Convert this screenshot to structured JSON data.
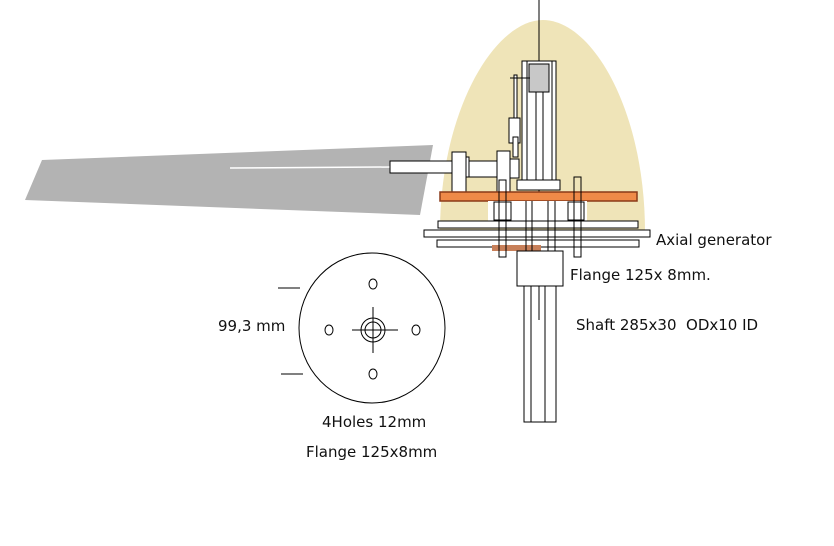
{
  "labels": {
    "axial_generator": "Axial generator",
    "flange_side": "Flange 125x 8mm.",
    "shaft": "Shaft 285x30  ODx10 ID",
    "diameter": "99,3 mm",
    "holes": "4Holes 12mm",
    "flange_front": "Flange 125x8mm"
  },
  "colors": {
    "nose_cone": "#efe4b8",
    "blade": "#b3b3b3",
    "plate": "#ef8a48",
    "plate_border": "#8a3a18",
    "spacer": "#c8805a",
    "block": "#c8c8c8"
  }
}
